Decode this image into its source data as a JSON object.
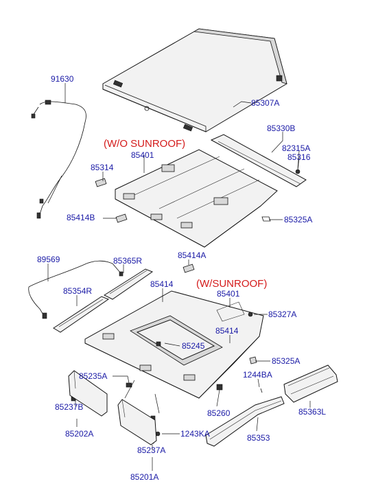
{
  "variants": {
    "without_sunroof": "(W/O SUNROOF)",
    "with_sunroof": "(W/SUNROOF)"
  },
  "labels": {
    "p91630": "91630",
    "p85307A": "85307A",
    "p85330B": "85330B",
    "p82315A": "82315A",
    "p85316": "85316",
    "p85401_top": "85401",
    "p85314": "85314",
    "p85414B": "85414B",
    "p85325A_top": "85325A",
    "p85414A": "85414A",
    "p89569": "89569",
    "p85365R": "85365R",
    "p85354R": "85354R",
    "p85414_a": "85414",
    "p85401_bottom": "85401",
    "p85327A": "85327A",
    "p85414_b": "85414",
    "p85245": "85245",
    "p85325A_bottom": "85325A",
    "p85235A": "85235A",
    "p1244BA": "1244BA",
    "p85237B": "85237B",
    "p85202A": "85202A",
    "p85260": "85260",
    "p85363L": "85363L",
    "p1243KA": "1243KA",
    "p85353": "85353",
    "p85237A": "85237A",
    "p85201A": "85201A"
  }
}
